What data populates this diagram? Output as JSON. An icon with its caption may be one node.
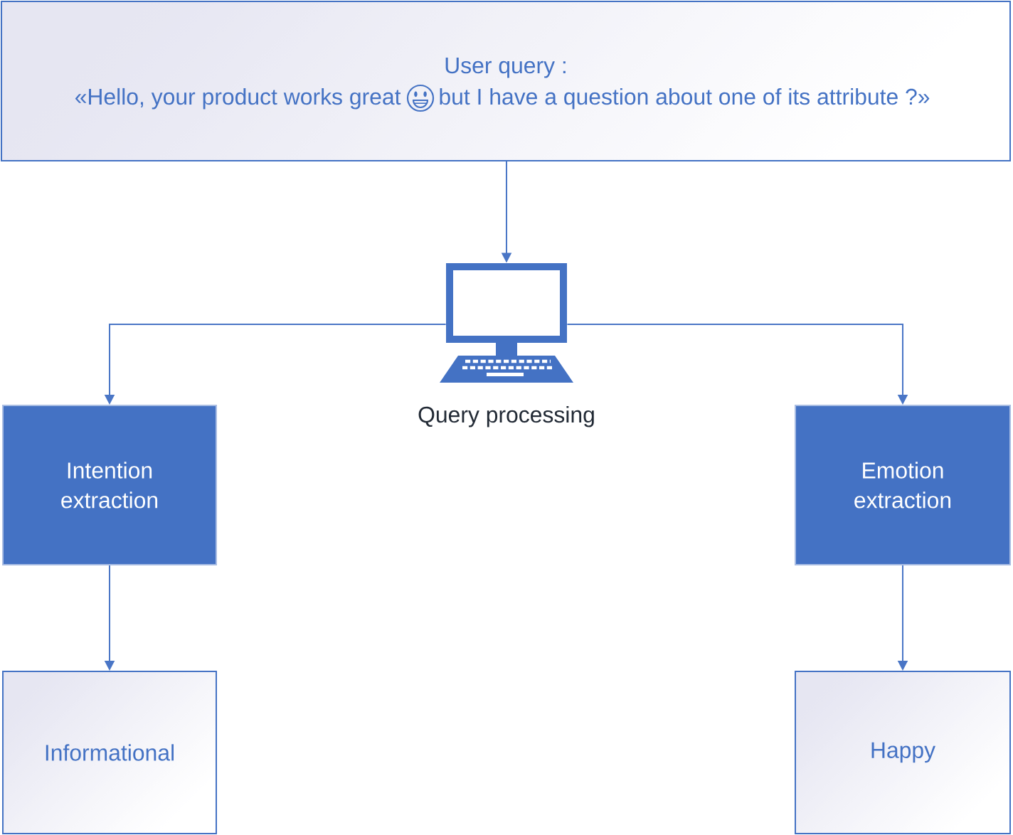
{
  "diagram": {
    "nodes": [
      {
        "text": [
          "User query :",
          "«Hello, your product works great",
          "but I have a question about one of its attribute ?»"
        ]
      },
      {
        "text": [
          "Query processing"
        ]
      },
      {
        "text": [
          "Intention extraction"
        ]
      },
      {
        "text": [
          "Emotion extraction"
        ]
      },
      {
        "text": [
          "Informational"
        ]
      },
      {
        "text": [
          "Happy"
        ]
      }
    ],
    "edges": [
      {
        "from": 0,
        "to": 1,
        "arrow": "to"
      },
      {
        "from": 1,
        "to": 2,
        "arrow": "to"
      },
      {
        "from": 1,
        "to": 3,
        "arrow": "to"
      },
      {
        "from": 2,
        "to": 4,
        "arrow": "to"
      },
      {
        "from": 3,
        "to": 5,
        "arrow": "to"
      }
    ]
  }
}
